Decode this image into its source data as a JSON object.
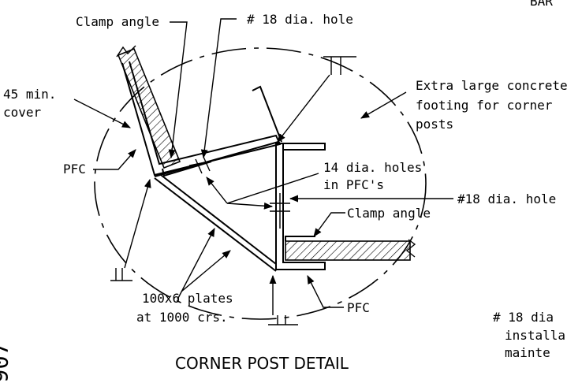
{
  "title": "CORNER POST DETAIL",
  "corner_text": "BAR",
  "labels": {
    "clamp_angle_top": "Clamp angle",
    "hole_18_top": "# 18 dia. hole",
    "min_cover_line1": "45 min.",
    "min_cover_line2": "cover",
    "footing_line1": "Extra large concrete",
    "footing_line2": "footing for corner",
    "footing_line3": "posts",
    "pfc_left": "PFC",
    "holes_14_line1": "14 dia. holes",
    "holes_14_line2": "in PFC's",
    "hole_18_right": "#18 dia. hole",
    "clamp_angle_right": "Clamp angle",
    "plates_line1": "100x6 plates",
    "plates_line2": "at 1000 crs.",
    "pfc_bottom": "PFC",
    "note_line1": "# 18 dia",
    "note_line2": "installa",
    "note_line3": "mainte",
    "margin_mark": "907"
  },
  "colors": {
    "ink": "#000000",
    "paper": "#ffffff"
  }
}
